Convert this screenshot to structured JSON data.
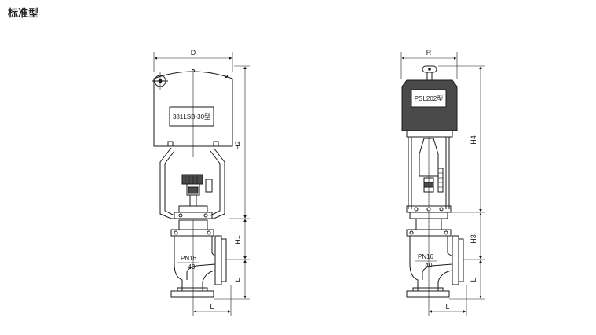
{
  "page": {
    "title": "标准型"
  },
  "left_drawing": {
    "model_label": "381LSB-30型",
    "pn_label": "PN16",
    "pn_value": "40",
    "dims": {
      "width": "D",
      "height_actuator": "H2",
      "height_valve": "H1",
      "face": "L",
      "base": "L"
    }
  },
  "right_drawing": {
    "model_label": "PSL202型",
    "pn_label": "PN16",
    "pn_value": "40",
    "dims": {
      "width": "R",
      "height_actuator": "H4",
      "height_valve": "H3",
      "face": "L",
      "base": "L"
    }
  },
  "colors": {
    "line": "#1a1a1a",
    "actuator_dark": "#4a4a4a",
    "background": "#ffffff"
  }
}
